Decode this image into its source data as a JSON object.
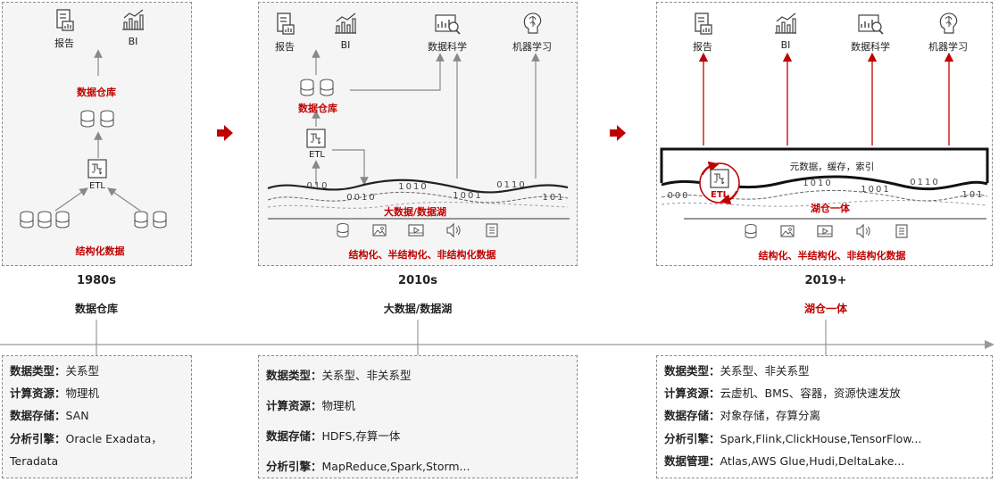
{
  "eras": [
    {
      "year": "1980s",
      "name": "数据仓库",
      "diagram": {
        "top_labels": [
          "报告",
          "BI"
        ],
        "warehouse": "数据仓库",
        "etl": "ETL",
        "bottom": "结构化数据"
      },
      "info": [
        {
          "key": "数据类型：",
          "value": "关系型"
        },
        {
          "key": "计算资源：",
          "value": "物理机"
        },
        {
          "key": "数据存储：",
          "value": "SAN"
        },
        {
          "key": "分析引擎：",
          "value": "Oracle Exadata，"
        },
        {
          "key": "",
          "value": "Teradata"
        }
      ]
    },
    {
      "year": "2010s",
      "name": "大数据/数据湖",
      "diagram": {
        "top_labels": [
          "报告",
          "BI",
          "数据科学",
          "机器学习"
        ],
        "warehouse": "数据仓库",
        "etl": "ETL",
        "lake": "大数据/数据湖",
        "bits": [
          "010",
          "0010",
          "1010",
          "1001",
          "0110",
          "101"
        ],
        "bottom": "结构化、半结构化、非结构化数据"
      },
      "info": [
        {
          "key": "数据类型：",
          "value": "关系型、非关系型"
        },
        {
          "key": "计算资源：",
          "value": "物理机"
        },
        {
          "key": "数据存储：",
          "value": "HDFS,存算一体"
        },
        {
          "key": "分析引擎：",
          "value": "MapReduce,Spark,Storm..."
        }
      ]
    },
    {
      "year": "2019+",
      "name": "湖仓一体",
      "diagram": {
        "top_labels": [
          "报告",
          "BI",
          "数据科学",
          "机器学习"
        ],
        "meta": "元数据，缓存，索引",
        "etl": "ETL",
        "lake": "湖仓一体",
        "bits": [
          "000",
          "1010",
          "1001",
          "0110",
          "101"
        ],
        "bottom": "结构化、半结构化、非结构化数据"
      },
      "info": [
        {
          "key": "数据类型：",
          "value": "关系型、非关系型"
        },
        {
          "key": "计算资源：",
          "value": "云虚机、BMS、容器，资源快速发放"
        },
        {
          "key": "数据存储：",
          "value": "对象存储，存算分离"
        },
        {
          "key": "分析引擎：",
          "value": "Spark,Flink,ClickHouse,TensorFlow..."
        },
        {
          "key": "数据管理：",
          "value": "Atlas,AWS Glue,Hudi,DeltaLake..."
        }
      ]
    }
  ],
  "icons": {
    "report": "report-icon",
    "bi": "bar-chart-icon",
    "data_science": "data-science-icon",
    "ml": "brain-icon",
    "db": "database-icon",
    "etl": "etl-icon",
    "arrow": "red-arrow-icon"
  },
  "colors": {
    "accent": "#c00000",
    "line": "#888888",
    "panel": "#f5f5f5"
  }
}
